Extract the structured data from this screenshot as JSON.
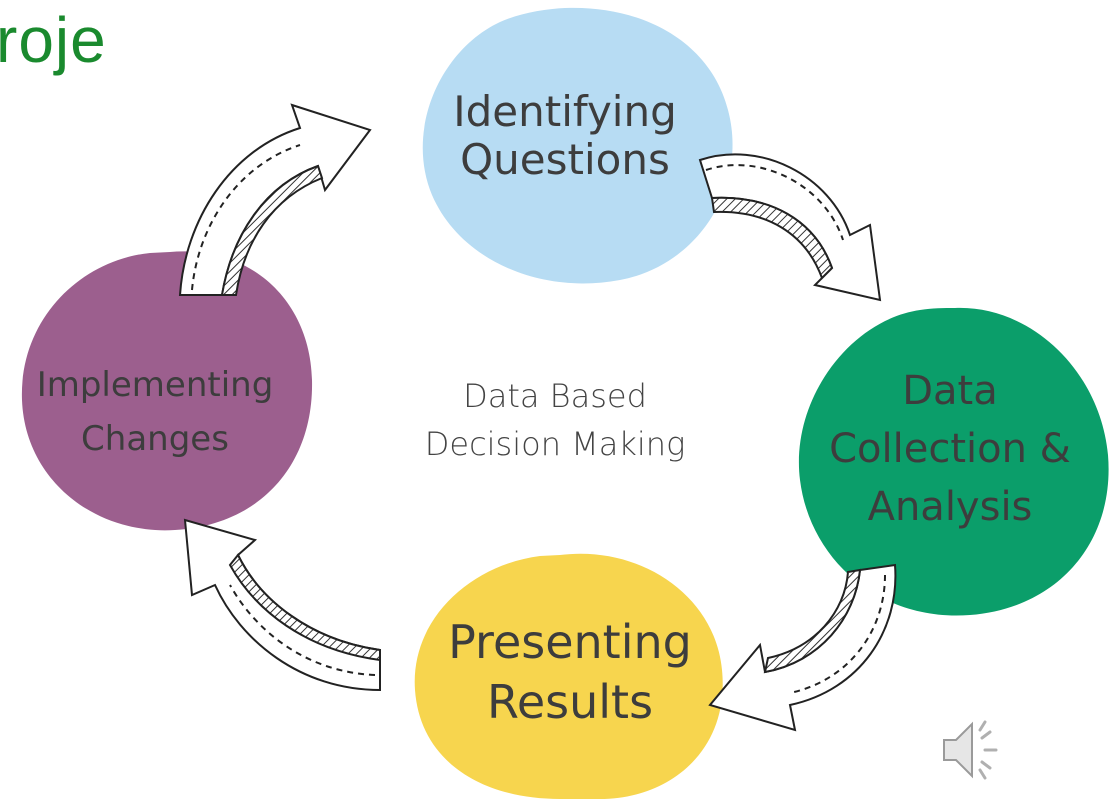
{
  "slide": {
    "title_fragment": "roje"
  },
  "diagram": {
    "center_label_line1": "Data Based",
    "center_label_line2": "Decision Making",
    "nodes": {
      "identifying_questions": {
        "line1": "Identifying",
        "line2": "Questions",
        "color": "#b7dcf3"
      },
      "data_collection": {
        "line1": "Data",
        "line2": "Collection &",
        "line3": "Analysis",
        "color": "#0b9e6a"
      },
      "presenting_results": {
        "line1": "Presenting",
        "line2": "Results",
        "color": "#f7d54e"
      },
      "implementing_changes": {
        "line1": "Implementing",
        "line2": "Changes",
        "color": "#9c5f8e"
      }
    }
  },
  "audio": {
    "icon": "speaker-icon"
  }
}
